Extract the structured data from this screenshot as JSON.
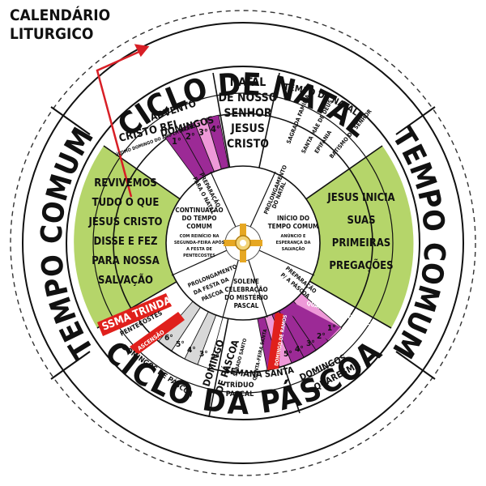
{
  "title": [
    "CALENDÁRIO",
    "LITURGICO"
  ],
  "outer_ring": {
    "top": "CICLO DE NATAL",
    "bottom": "CICLO DA PÁSCOA",
    "left": "TEMPO COMUM",
    "right": "TEMPO COMUM"
  },
  "natal": {
    "advento": "ADVENTO",
    "domingos": "DOMINGOS",
    "advent_sundays": [
      "1°",
      "2°",
      "3°",
      "4°"
    ],
    "natal_lines": [
      "NATAL",
      "DE NOSSO",
      "SENHOR",
      "JESUS",
      "CRISTO"
    ],
    "tempo_de_natal": "TEMPO DE NATAL",
    "sagrada_familia": "SAGRADA FAMÍLIA",
    "santa_mae": "SANTA MÃE DE DEUS",
    "epifania": "EPIFANIA",
    "batismo": "BATISMO DO SENHOR",
    "cristo_rei": "CRISTO REI",
    "ultimo_domingo": "ÚLTIMO DOMINGO DO ANO LITÚRGICO"
  },
  "left_field": [
    "REVIVEMOS",
    "TUDO O QUE",
    "JESUS CRISTO",
    "DISSE E FEZ",
    "PARA NOSSA",
    "SALVAÇÃO"
  ],
  "right_field": [
    "JESUS  INICIA",
    "SUAS",
    "PRIMEIRAS",
    "PREGAÇÕES"
  ],
  "pascoa": {
    "ssma_trindade": "SSMA TRINDADE",
    "pentecostes": "PENTECOSTES",
    "ascensao": "ASCENSÃO",
    "domingos_pascoa": "DOMINGOS DE PÁSCOA",
    "easter_sundays": [
      "6°",
      "5°",
      "4°",
      "3°",
      "2°"
    ],
    "domingo_pascoa": [
      "DOMINGO",
      "DE PÁSCOA"
    ],
    "sabado_santo": "SÁBADO SANTO",
    "paixao": "PAIXÃO DO SENHOR",
    "quinta_santa": "QUINTA-FEIRA SANTA",
    "domingo_ramos": "DOMINGO DE RAMOS",
    "triduo": [
      "TRÍDUO",
      "PASCAL"
    ],
    "semana_santa": "SEMANA SANTA",
    "lent_sundays": [
      "5°",
      "4°",
      "3°",
      "2°",
      "1°"
    ],
    "quarta_cinzas": "QUARTA-FEIRA DE CINZAS",
    "domingos": "DOMINGOS",
    "quaresma": "QUARESMA"
  },
  "inner": {
    "prep_natal": [
      "PREPARAÇÃO",
      "PARA O NATAL"
    ],
    "prolong_natal": [
      "PROLONGAMENTO",
      "DO NATAL"
    ],
    "continuacao": [
      "CONTINUAÇÃO",
      "DO TEMPO",
      "COMUM"
    ],
    "continuacao_sub": [
      "COM REINÍCIO NA",
      "SEGUNDA-FEIRA APÓS",
      "A FESTA DE",
      "PENTECOSTES"
    ],
    "inicio": [
      "INÍCIO DO",
      "TEMPO COMUM"
    ],
    "inicio_sub": [
      "ANÚNCIO E",
      "ESPERANÇA DA",
      "SALVAÇÃO"
    ],
    "prolong_pascoa": [
      "PROLONGAMENTO",
      "DA FESTA DA",
      "PÁSCOA"
    ],
    "solene": [
      "SOLENE",
      "CELEBRAÇÃO",
      "DO MISTÉRIO",
      "PASCAL"
    ],
    "prep_pascoa": [
      "PREPARAÇÃO",
      "P/ A PÁSCOA"
    ]
  },
  "colors": {
    "green": "#b5d56a",
    "purple": "#9c2a96",
    "pink": "#ee99d8",
    "red": "#e0201c",
    "grey": "#d8d8d8",
    "gold": "#e6a723",
    "arrow": "#d81f26"
  },
  "icons": {
    "center": "cross-emblem-icon",
    "pointer": "red-arrow-icon"
  }
}
